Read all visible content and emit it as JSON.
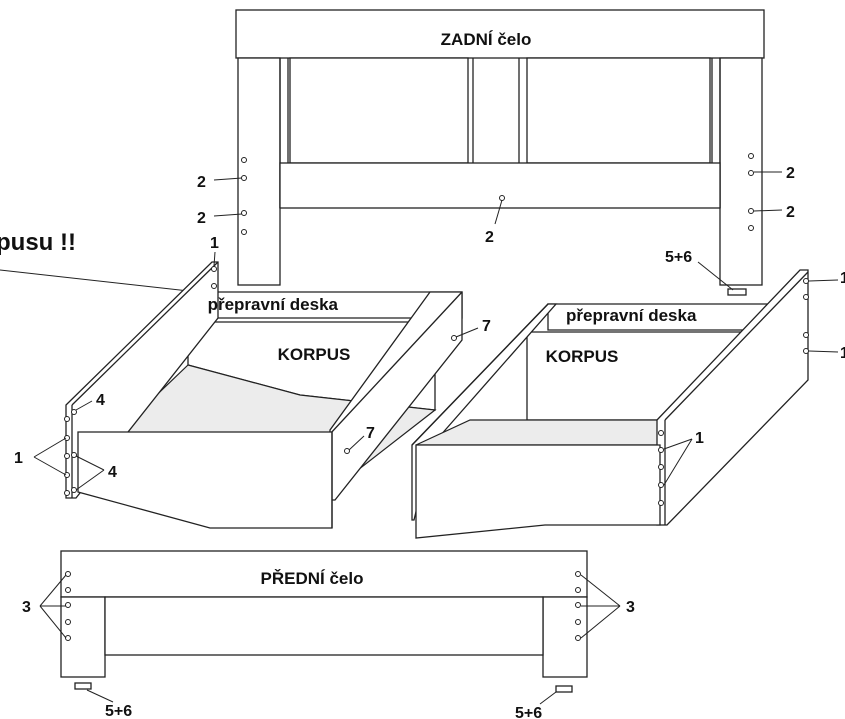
{
  "parts": {
    "rear_board": "ZADNÍ čelo",
    "front_board": "PŘEDNÍ čelo",
    "transport_board_left": "přepravní deska",
    "transport_board_right": "přepravní deska",
    "body_left": "KORPUS",
    "body_right": "KORPUS"
  },
  "warning_text": "pusu !!",
  "callouts": {
    "rear_left_upper": "2",
    "rear_left_lower": "2",
    "rear_rail": "2",
    "rear_right_upper": "2",
    "rear_right_lower": "2",
    "rear_foot_right": "5+6",
    "left_side_top": "1",
    "left_side_holes": "1",
    "left_side_dowel_upper": "4",
    "left_side_dowel_lower": "4",
    "left_body_panel_upper": "7",
    "left_body_panel_lower": "7",
    "right_side_top": "1",
    "right_side_lower": "1",
    "right_body_holes": "1",
    "front_left_holes": "3",
    "front_right_holes": "3",
    "front_foot_left": "5+6",
    "front_foot_right": "5+6"
  },
  "colors": {
    "line": "#222222",
    "background": "#ffffff"
  }
}
